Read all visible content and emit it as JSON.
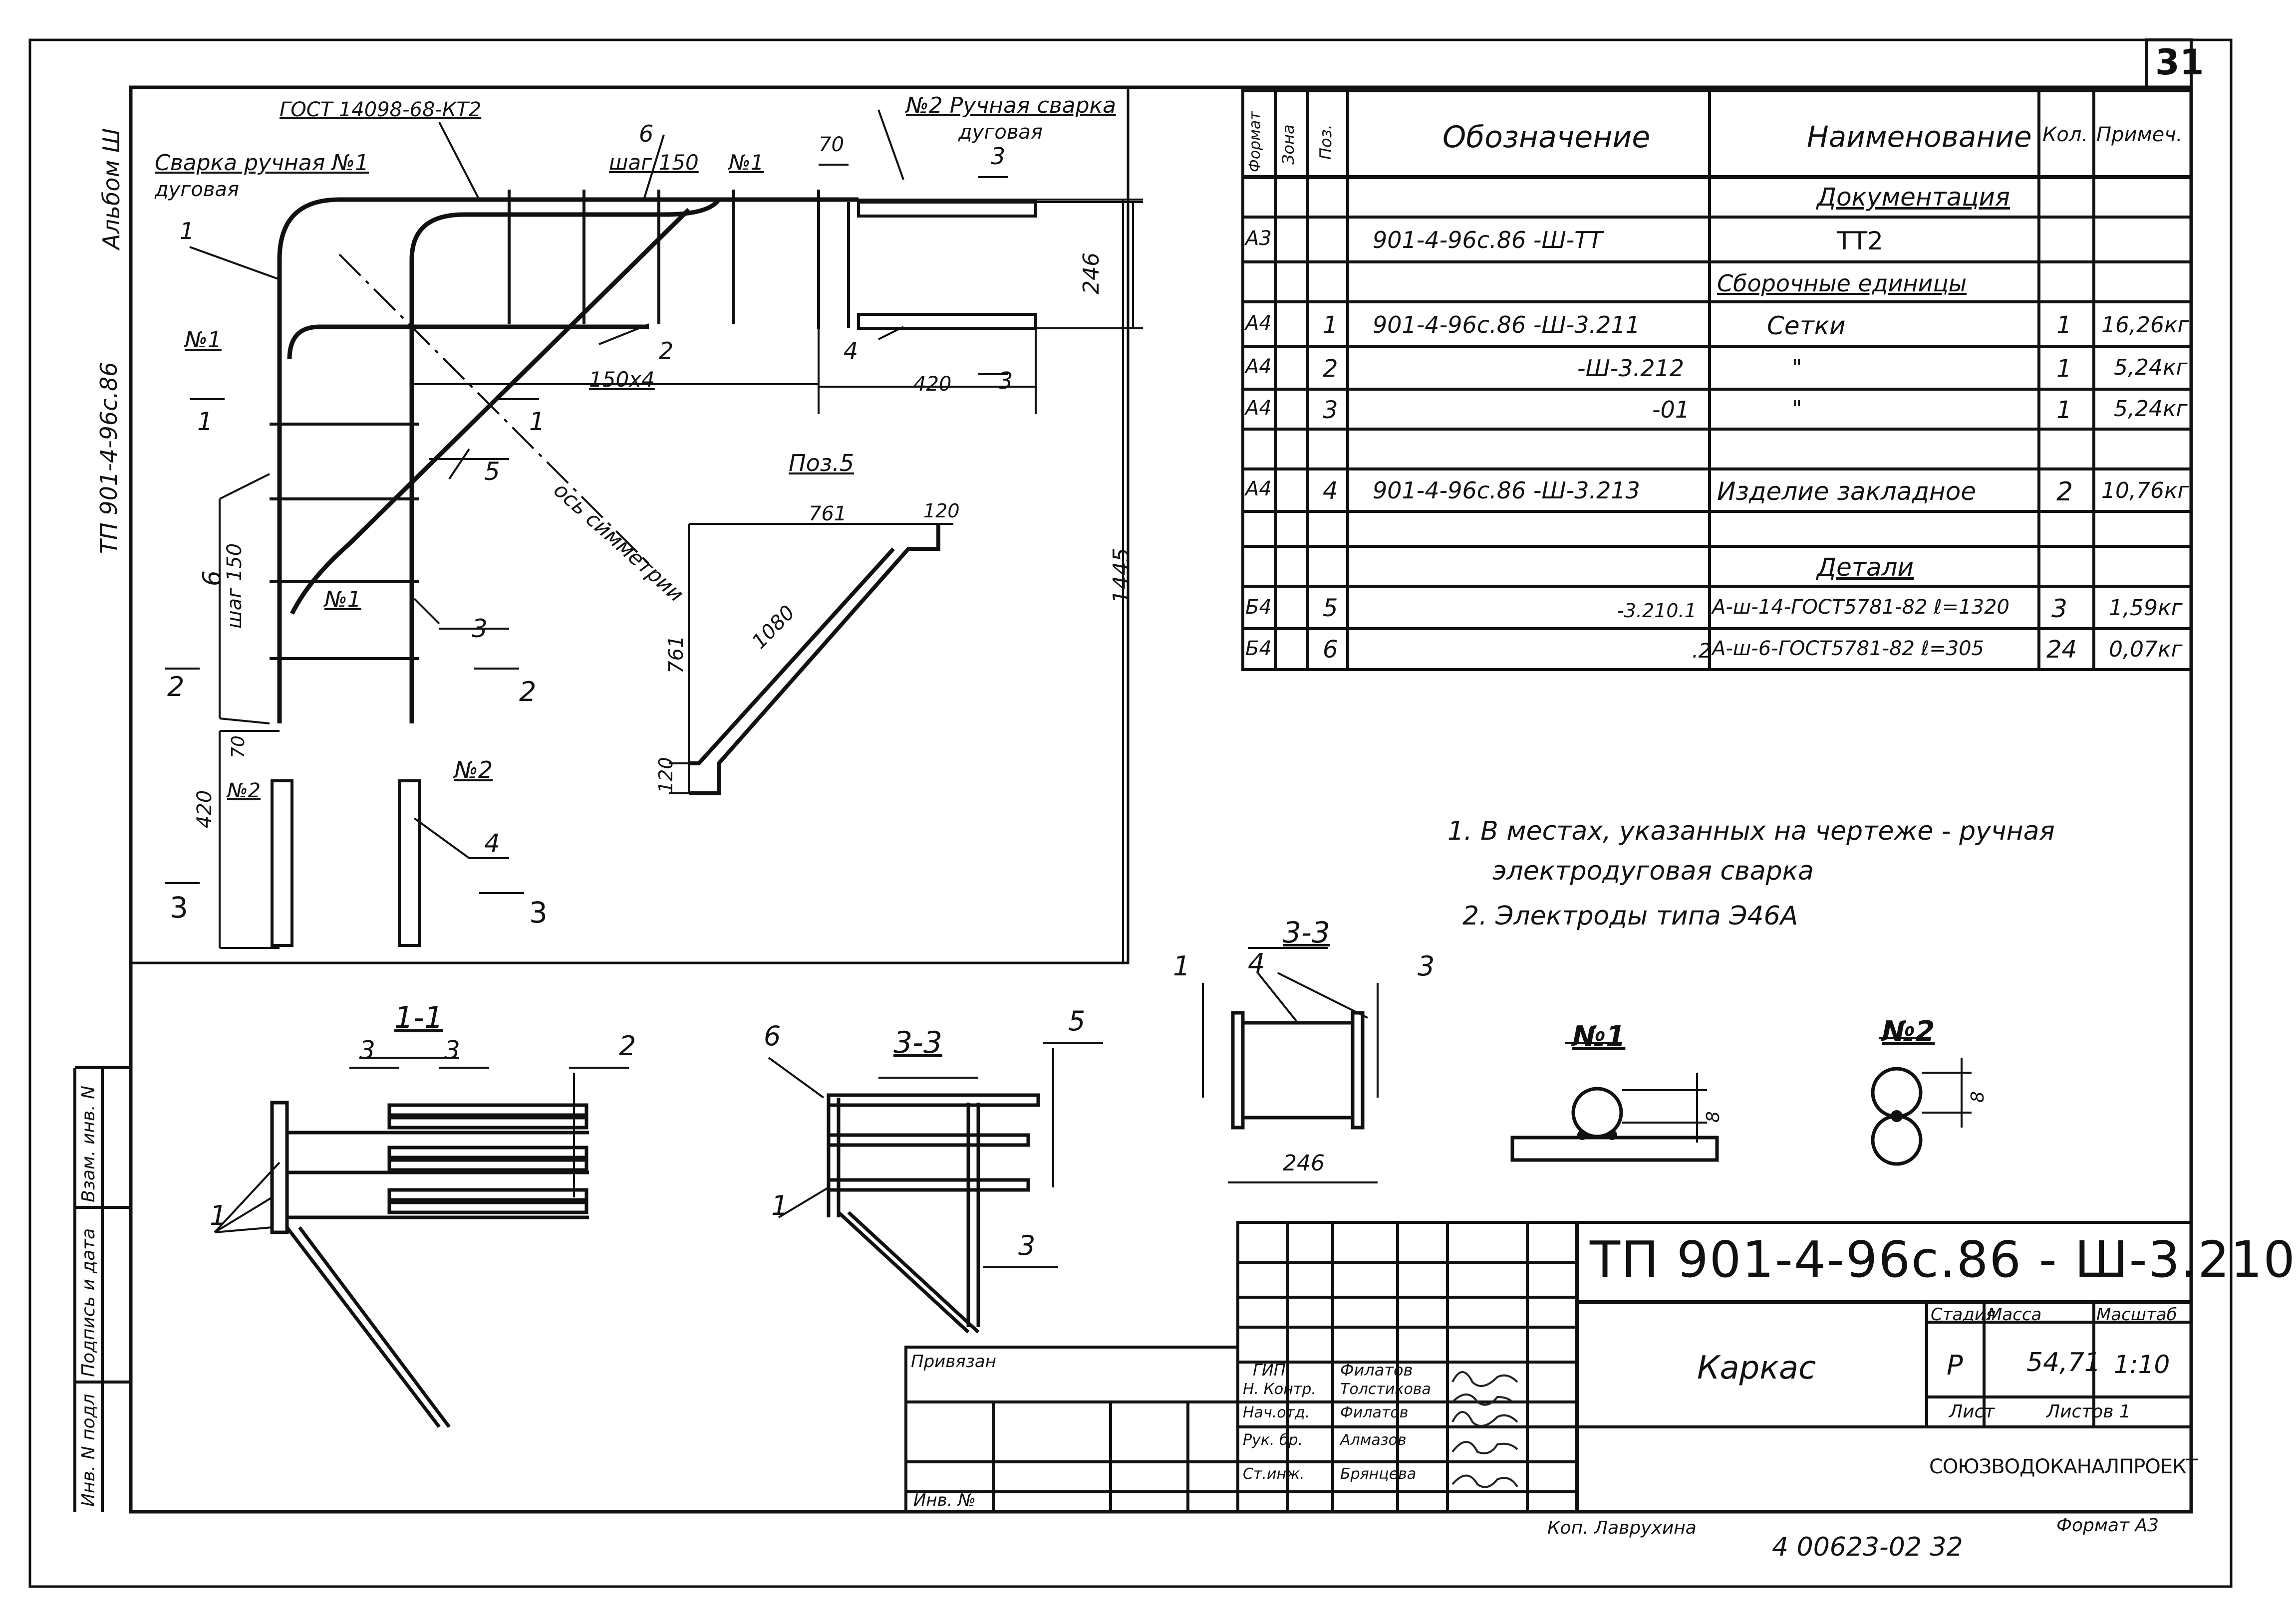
{
  "page_number": "31",
  "album_side": "Альбом Ш",
  "project_side": "ТП 901-4-96с.86",
  "drawing_labels": {
    "gost": "ГОСТ 14098-68-КТ2",
    "weld1_a": "Сварка ручная  №1",
    "weld1_b": "дуговая",
    "weld2_a": "№2 Ручная сварка",
    "weld2_b": "дуговая",
    "step150": "шаг 150",
    "pos6": "6",
    "n1": "№1",
    "n2": "№2",
    "dim70": "70",
    "dim3": "3",
    "dim246": "246",
    "pos1": "1",
    "pos2": "2",
    "pos3": "3",
    "pos4": "4",
    "pos5": "5",
    "dim150x4": "150х4",
    "dim420": "420",
    "axis": "ось симметрии",
    "pos5_title": "Поз.5",
    "dim761": "761",
    "dim120": "120",
    "dim1080": "1080",
    "dim1445": "1445",
    "step150v": "шаг 150",
    "sec_11": "1-1",
    "sec_22": "2",
    "sec_33": "3-3",
    "dim8": "8"
  },
  "notes": [
    "1. В местах, указанных на чертеже - ручная",
    "электродуговая  сварка",
    "2. Электроды типа Э46А"
  ],
  "spec_table": {
    "headers": [
      "Формат",
      "Зона",
      "Поз.",
      "Обозначение",
      "Наименование",
      "Кол.",
      "Примеч."
    ],
    "rows": [
      {
        "format": "",
        "zone": "",
        "pos": "",
        "designation": "",
        "name": "Документация",
        "qty": "",
        "note": ""
      },
      {
        "format": "А3",
        "zone": "",
        "pos": "",
        "designation": "901-4-96с.86      -Ш-ТТ",
        "name": "ТТ2",
        "qty": "",
        "note": ""
      },
      {
        "format": "",
        "zone": "",
        "pos": "",
        "designation": "",
        "name": "Сборочные единицы",
        "qty": "",
        "note": ""
      },
      {
        "format": "А4",
        "zone": "",
        "pos": "1",
        "designation": "901-4-96с.86    -Ш-3.211",
        "name": "Сетки",
        "qty": "1",
        "note": "16,26кг"
      },
      {
        "format": "А4",
        "zone": "",
        "pos": "2",
        "designation": "-Ш-3.212",
        "name": "\"",
        "qty": "1",
        "note": "5,24кг"
      },
      {
        "format": "А4",
        "zone": "",
        "pos": "3",
        "designation": "-01",
        "name": "\"",
        "qty": "1",
        "note": "5,24кг"
      },
      {
        "format": "А4",
        "zone": "",
        "pos": "4",
        "designation": "901-4-96с.86    -Ш-3.213",
        "name": "Изделие закладное",
        "qty": "2",
        "note": "10,76кг"
      },
      {
        "format": "",
        "zone": "",
        "pos": "",
        "designation": "",
        "name": "Детали",
        "qty": "",
        "note": ""
      },
      {
        "format": "Б4",
        "zone": "",
        "pos": "5",
        "designation": "-3.210.1",
        "name": "А-ш-14-ГОСТ5781-82  ℓ=1320",
        "qty": "3",
        "note": "1,59кг"
      },
      {
        "format": "Б4",
        "zone": "",
        "pos": "6",
        "designation": ".2",
        "name": "А-ш-6-ГОСТ5781-82  ℓ=305",
        "qty": "24",
        "note": "0,07кг"
      }
    ]
  },
  "title_block": {
    "code": "ТП 901-4-96с.86 - Ш-3.210",
    "name": "Каркас",
    "stage_label": "Стадия",
    "mass_label": "Масса",
    "scale_label": "Масштаб",
    "stage": "Р",
    "mass": "54,71",
    "scale": "1:10",
    "sheet_label": "Лист",
    "sheets_label": "Листов 1",
    "org": "СОЮЗВОДОКАНАЛПРОЕКТ",
    "tied": "Привязан",
    "inv": "Инв. № ",
    "staff": [
      {
        "role": "ГИП",
        "name": "Филатов"
      },
      {
        "role": "Н. Контр.",
        "name": "Толстикова"
      },
      {
        "role": "Нач.отд.",
        "name": "Филатов"
      },
      {
        "role": "Рук. бр.",
        "name": "Алмазов"
      },
      {
        "role": "Ст.инж.",
        "name": "Брянцева"
      }
    ]
  },
  "left_strip": [
    "Инв. N подл",
    "Подпись и дата",
    "Взам. инв. N"
  ],
  "footer": {
    "copied": "Коп. Лаврухина",
    "archive": "4 00623-02   32",
    "format": "Формат А3"
  }
}
